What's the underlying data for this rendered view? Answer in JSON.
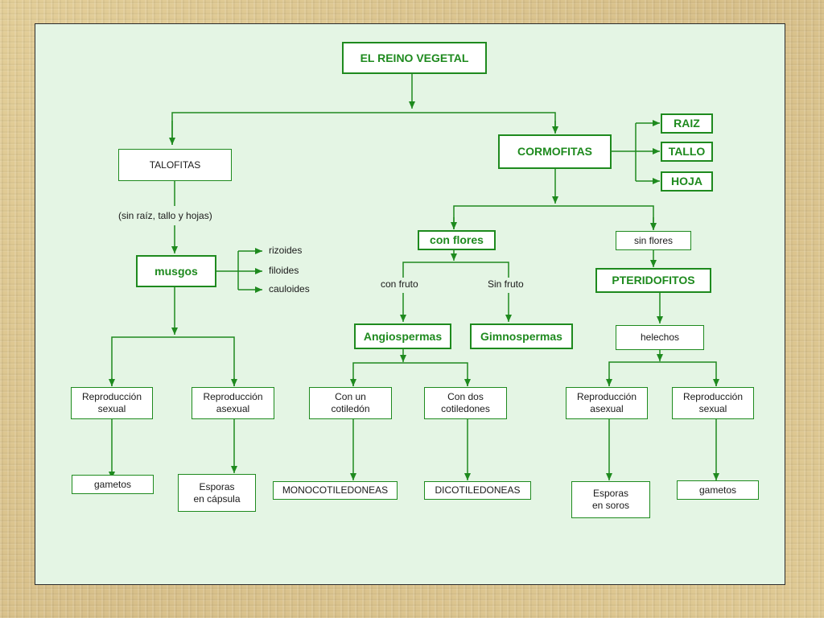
{
  "diagram": {
    "root": "EL REINO VEGETAL",
    "talofitas": {
      "title": "TALOFITAS",
      "note": "(sin raíz, tallo y hojas)",
      "musgos": {
        "title": "musgos",
        "parts": [
          "rizoides",
          "filoides",
          "cauloides"
        ],
        "reproduction": [
          {
            "title": "Reproducción\nsexual",
            "result": "gametos"
          },
          {
            "title": "Reproducción\nasexual",
            "result": "Esporas\nen cápsula"
          }
        ]
      }
    },
    "cormofitas": {
      "title": "CORMOFITAS",
      "organs": [
        "RAIZ",
        "TALLO",
        "HOJA"
      ],
      "con_flores": {
        "title": "con flores",
        "branches": [
          "con fruto",
          "Sin fruto"
        ],
        "angiospermas": {
          "title": "Angiospermas",
          "groups": [
            {
              "title": "Con un\ncotiledón",
              "result": "MONOCOTILEDONEAS"
            },
            {
              "title": "Con dos\ncotiledones",
              "result": "DICOTILEDONEAS"
            }
          ]
        },
        "gimnospermas": "Gimnospermas"
      },
      "sin_flores": {
        "title": "sin flores",
        "pteridofitos": "PTERIDOFITOS",
        "helechos": "helechos",
        "reproduction": [
          {
            "title": "Reproducción\nasexual",
            "result": "Esporas\nen soros"
          },
          {
            "title": "Reproducción\nsexual",
            "result": "gametos"
          }
        ]
      }
    }
  },
  "colors": {
    "line": "#1e8a1e",
    "panel": "#e4f5e4",
    "accent_text": "#1e8a1e"
  }
}
